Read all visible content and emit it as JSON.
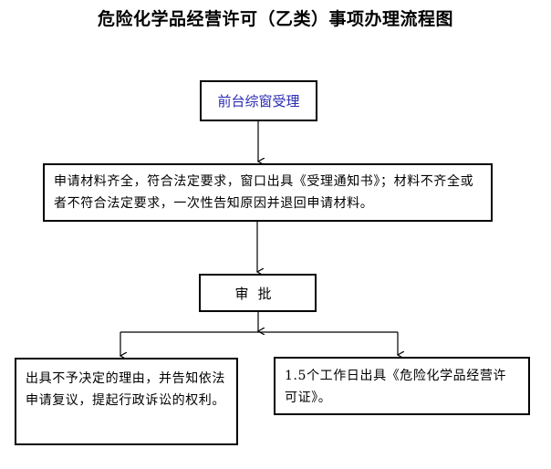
{
  "title": "危险化学品经营许可（乙类）事项办理流程图",
  "nodes": {
    "front_desk": "前台综窗受理",
    "materials": "申请材料齐全，符合法定要求，窗口出具《受理通知书》；材料不齐全或者不符合法定要求，一次性告知原因并退回申请材料。",
    "review": "审批",
    "reject": "出具不予决定的理由，并告知依法申请复议，提起行政诉讼的权利。",
    "approve": "1.5个工作日出具《危险化学品经营许可证》。"
  },
  "edges": [
    {
      "from": "front_desk",
      "to": "materials"
    },
    {
      "from": "materials",
      "to": "review"
    },
    {
      "from": "review",
      "to": "reject"
    },
    {
      "from": "review",
      "to": "approve"
    }
  ]
}
